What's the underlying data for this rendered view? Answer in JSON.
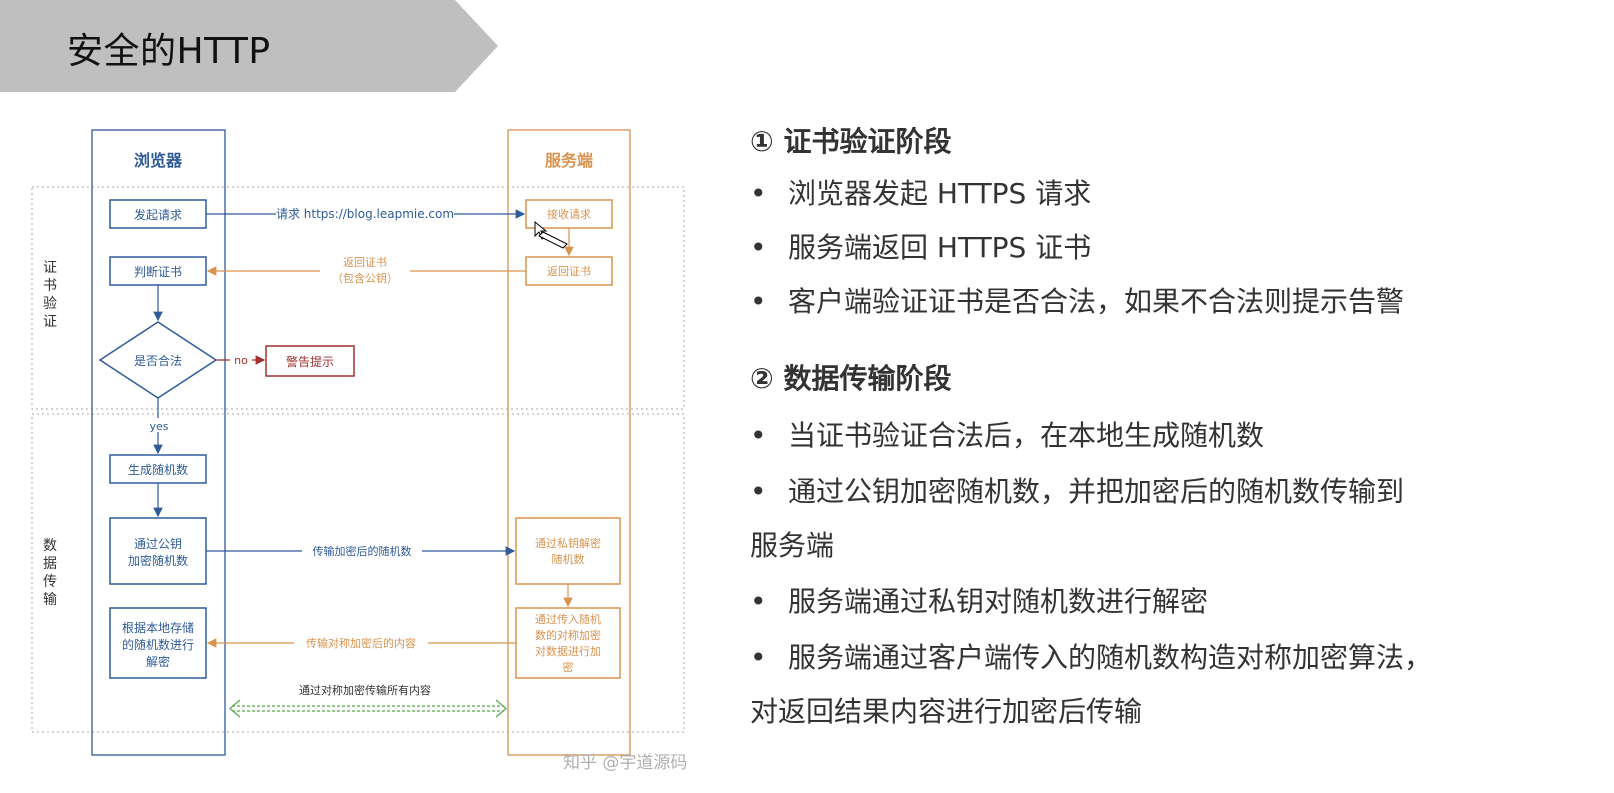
{
  "slide": {
    "title": "安全的HTTP"
  },
  "diagram": {
    "lane_browser": "浏览器",
    "lane_server": "服务端",
    "phase_cert": [
      "证",
      "书",
      "验",
      "证"
    ],
    "phase_data": [
      "数",
      "据",
      "传",
      "输"
    ],
    "nodes": {
      "send_request": "发起请求",
      "receive_request": "接收请求",
      "judge_cert": "判断证书",
      "return_cert": "返回证书",
      "is_valid": "是否合法",
      "warning": "警告提示",
      "gen_random": "生成随机数",
      "encrypt_random_1": "通过公钥",
      "encrypt_random_2": "加密随机数",
      "decrypt_random_1": "通过私钥解密",
      "decrypt_random_2": "随机数",
      "sym_encrypt_1": "通过传入随机",
      "sym_encrypt_2": "数的对称加密",
      "sym_encrypt_3": "对数据进行加",
      "sym_encrypt_4": "密",
      "local_decrypt_1": "根据本地存储",
      "local_decrypt_2": "的随机数进行",
      "local_decrypt_3": "解密"
    },
    "edges": {
      "request_url": "请求 https://blog.leapmie.com",
      "return_cert_1": "返回证书",
      "return_cert_2": "（包含公钥）",
      "no": "no",
      "yes": "yes",
      "send_encrypted_random": "传输加密后的随机数",
      "send_sym_content": "传输对称加密后的内容",
      "all_encrypted": "通过对称加密传输所有内容"
    },
    "watermark": "知乎 @宇道源码"
  },
  "right": {
    "section1_title": "① 证书验证阶段",
    "section1_items": [
      "浏览器发起 HTTPS 请求",
      "服务端返回 HTTPS 证书",
      "客户端验证证书是否合法，如果不合法则提示告警"
    ],
    "section2_title": "② 数据传输阶段",
    "section2_items": [
      "当证书验证合法后，在本地生成随机数",
      "通过公钥加密随机数，并把加密后的随机数传输到",
      "服务端通过私钥对随机数进行解密",
      "服务端通过客户端传入的随机数构造对称加密算法，"
    ],
    "section2_continuations": [
      "服务端",
      "对返回结果内容进行加密后传输"
    ],
    "bullet_char": "•"
  },
  "colors": {
    "blue": "#2f5b9a",
    "orange": "#d9934f",
    "red": "#a0322e",
    "green": "#58a84a",
    "banner": "#bfbfbf"
  }
}
